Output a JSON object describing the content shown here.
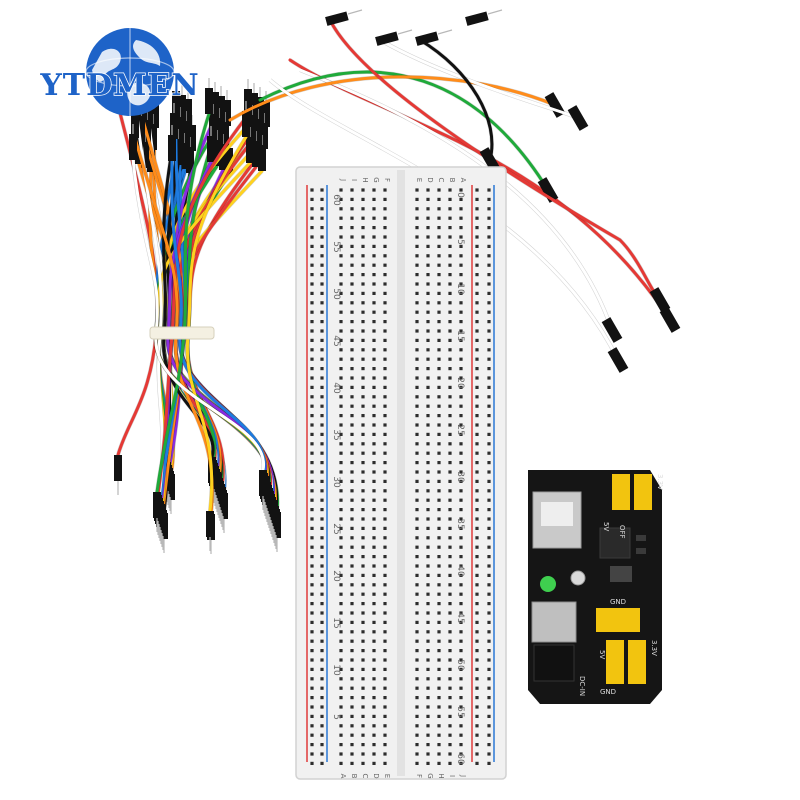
{
  "logo": {
    "brand": "YTDMEN",
    "icon": "globe-icon",
    "color": "#1e63c8"
  },
  "breadboard": {
    "row_labels_top": [
      "J",
      "I",
      "H",
      "G",
      "F",
      "E",
      "D",
      "C",
      "B",
      "A"
    ],
    "row_labels_bottom": [
      "A",
      "B",
      "C",
      "D",
      "E",
      "F",
      "G",
      "H",
      "I",
      "J"
    ],
    "left_numbers": [
      "60",
      "55",
      "50",
      "45",
      "40",
      "35",
      "30",
      "25",
      "20",
      "15",
      "10",
      "5"
    ],
    "right_numbers": [
      "0",
      "5",
      "10",
      "15",
      "20",
      "25",
      "30",
      "35",
      "40",
      "45",
      "50",
      "55",
      "60"
    ],
    "rail_colors": {
      "positive": "#e03a3a",
      "negative": "#2a78d6"
    }
  },
  "power_module": {
    "board_color": "#151515",
    "header_color": "#f2c40f",
    "labels": [
      "5V",
      "3.3V",
      "OFF",
      "5V",
      "3.3V",
      "GND",
      "DC-IN",
      "GND"
    ]
  },
  "wire_colors": [
    "#e53935",
    "#ff8c1a",
    "#1e7be0",
    "#1faa3a",
    "#ffd21f",
    "#ffffff",
    "#111111",
    "#8a2be2"
  ]
}
